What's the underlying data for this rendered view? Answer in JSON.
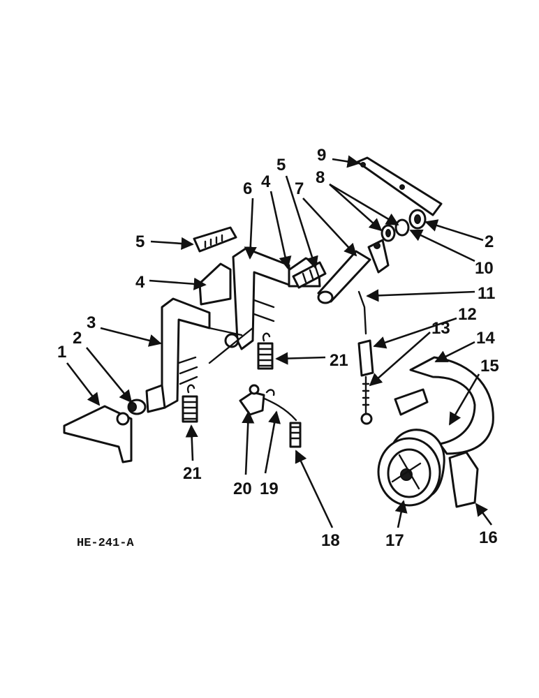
{
  "figure_code": "HE-241-A",
  "callouts": {
    "c1": "1",
    "c2a": "2",
    "c2b": "2",
    "c3": "3",
    "c4a": "4",
    "c4b": "4",
    "c5a": "5",
    "c5b": "5",
    "c6": "6",
    "c7": "7",
    "c8": "8",
    "c9": "9",
    "c10": "10",
    "c11": "11",
    "c12": "12",
    "c13": "13",
    "c14": "14",
    "c15": "15",
    "c16": "16",
    "c17": "17",
    "c18": "18",
    "c19": "19",
    "c20": "20",
    "c21a": "21",
    "c21b": "21"
  },
  "colors": {
    "ink": "#111111",
    "paper": "#ffffff"
  }
}
